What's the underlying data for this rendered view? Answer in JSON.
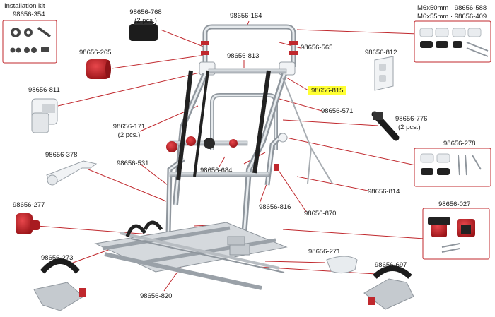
{
  "title": {
    "line1": "Installation kit",
    "line2": "98656-354"
  },
  "labels": {
    "p768": "98656-768",
    "p768_qty": "(2 pcs.)",
    "p164": "98656-164",
    "p588": "M6x50mm · 98656-588",
    "p409": "M6x55mm · 98656-409",
    "p265": "98656-265",
    "p565": "98656-565",
    "p813": "98656-813",
    "p812": "98656-812",
    "p811": "98656-811",
    "p815": "98656-815",
    "p571": "98656-571",
    "p171": "98656-171",
    "p171_qty": "(2 pcs.)",
    "p776": "98656-776",
    "p776_qty": "(2 pcs.)",
    "p378": "98656-378",
    "p531": "98656-531",
    "p278": "98656-278",
    "p684": "98656-684",
    "p814": "98656-814",
    "p277": "98656-277",
    "p816": "98656-816",
    "p870": "98656-870",
    "p027": "98656-027",
    "p271": "98656-271",
    "p273": "98656-273",
    "p697": "98656-697",
    "p820": "98656-820"
  },
  "colors": {
    "leader": "#c0282d",
    "highlight": "#ffff33",
    "frame": "#c8cdd2",
    "strap": "#222222",
    "accent": "#c0282d"
  }
}
